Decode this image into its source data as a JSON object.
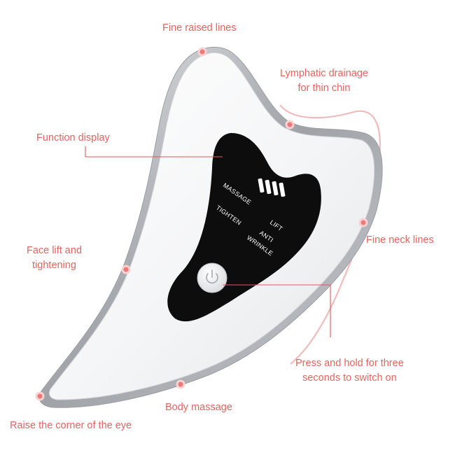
{
  "colors": {
    "accent": "#e8625f",
    "dot": "#f07777",
    "leader": "#e25a5a",
    "body_edge": "#b7b9bd",
    "screen": "#0d0d0e",
    "display_text": "#ffffff"
  },
  "callouts": {
    "fine_raised_lines": "Fine raised lines",
    "lymphatic_line1": "Lymphatic drainage",
    "lymphatic_line2": "for thin chin",
    "function_display": "Function display",
    "face_lift_line1": "Face lift and",
    "face_lift_line2": "tightening",
    "fine_neck_lines": "Fine neck lines",
    "press_hold_line1": "Press and hold for three",
    "press_hold_line2": "seconds to switch on",
    "body_massage": "Body massage",
    "raise_corner": "Raise the corner of the eye"
  },
  "device": {
    "display": {
      "massage": "MASSAGE",
      "tighten": "TIGHTEN",
      "lift": "LIFT",
      "anti": "ANTI",
      "wrinkle": "WRINKLE",
      "level_icon": "battery-level-bars-icon"
    },
    "power_icon": "power-icon"
  }
}
